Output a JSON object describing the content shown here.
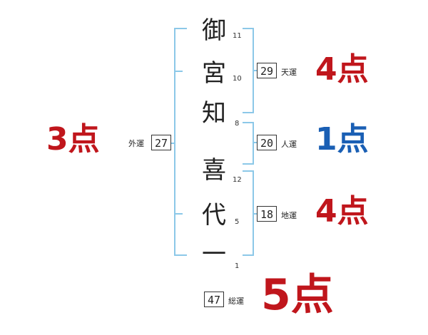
{
  "name_chars": [
    {
      "char": "御",
      "strokes": "11"
    },
    {
      "char": "宮",
      "strokes": "10"
    },
    {
      "char": "知",
      "strokes": "8"
    },
    {
      "char": "喜",
      "strokes": "12"
    },
    {
      "char": "代",
      "strokes": "5"
    },
    {
      "char": "一",
      "strokes": "1"
    }
  ],
  "gaiun": {
    "label": "外運",
    "value": "27",
    "score": "3点",
    "color": "#c0161c"
  },
  "tenun": {
    "label": "天運",
    "value": "29",
    "score": "4点",
    "color": "#c0161c"
  },
  "jinun": {
    "label": "人運",
    "value": "20",
    "score": "1点",
    "color": "#1a5fb4"
  },
  "chiun": {
    "label": "地運",
    "value": "18",
    "score": "4点",
    "color": "#c0161c"
  },
  "souun": {
    "label": "総運",
    "value": "47",
    "score": "5点",
    "color": "#c0161c"
  },
  "bracket_color": "#8cc8e8"
}
